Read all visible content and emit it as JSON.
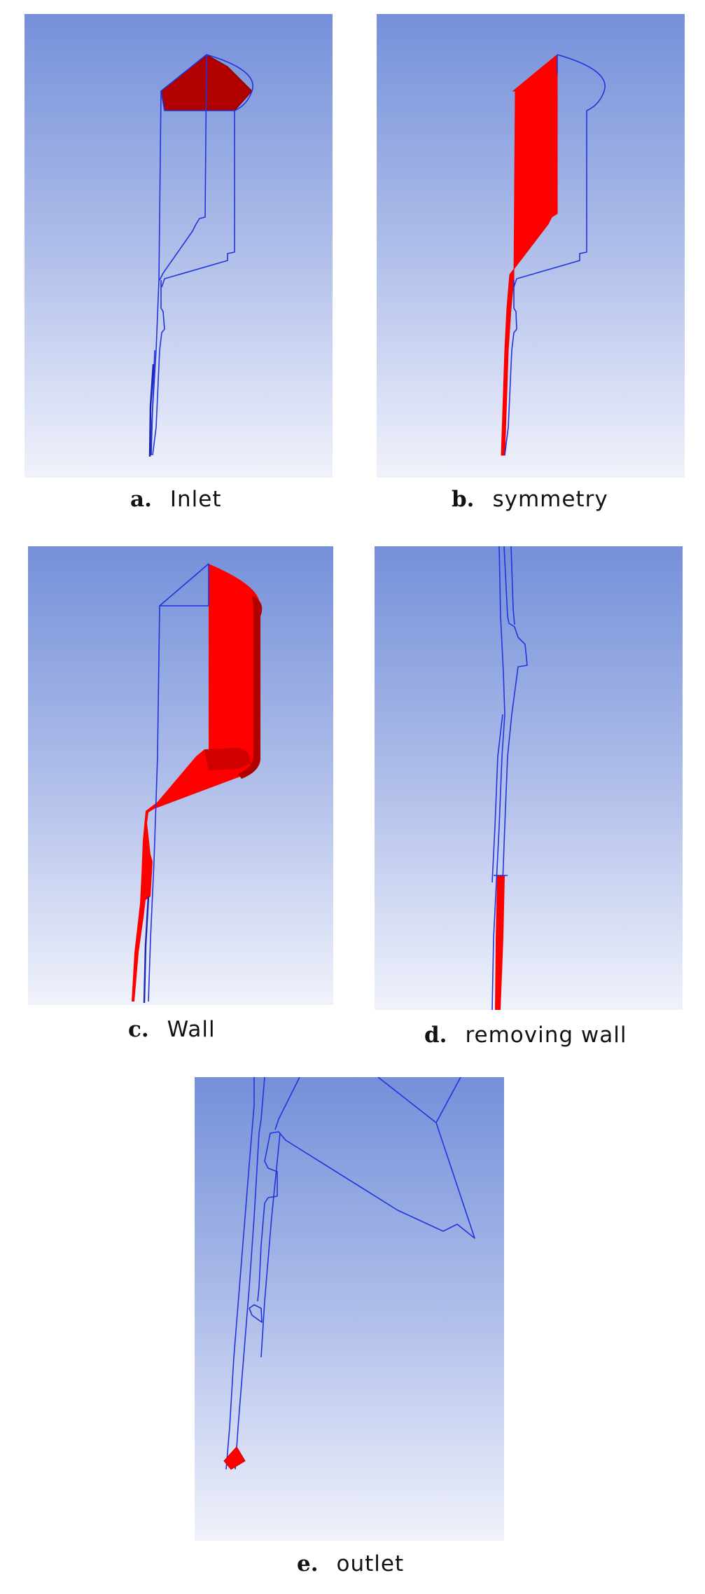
{
  "panels": [
    {
      "id": "a",
      "letter": "a.",
      "label": "Inlet"
    },
    {
      "id": "b",
      "letter": "b.",
      "label": "symmetry"
    },
    {
      "id": "c",
      "letter": "c.",
      "label": "Wall"
    },
    {
      "id": "d",
      "letter": "d.",
      "label": "removing wall"
    },
    {
      "id": "e",
      "letter": "e.",
      "label": "outlet"
    }
  ],
  "colors": {
    "background_top": "#7590da",
    "background_bottom": "#f0f2fb",
    "wireframe": "#2233dd",
    "highlight": "#ff0000",
    "highlight_dark": "#b00000"
  }
}
